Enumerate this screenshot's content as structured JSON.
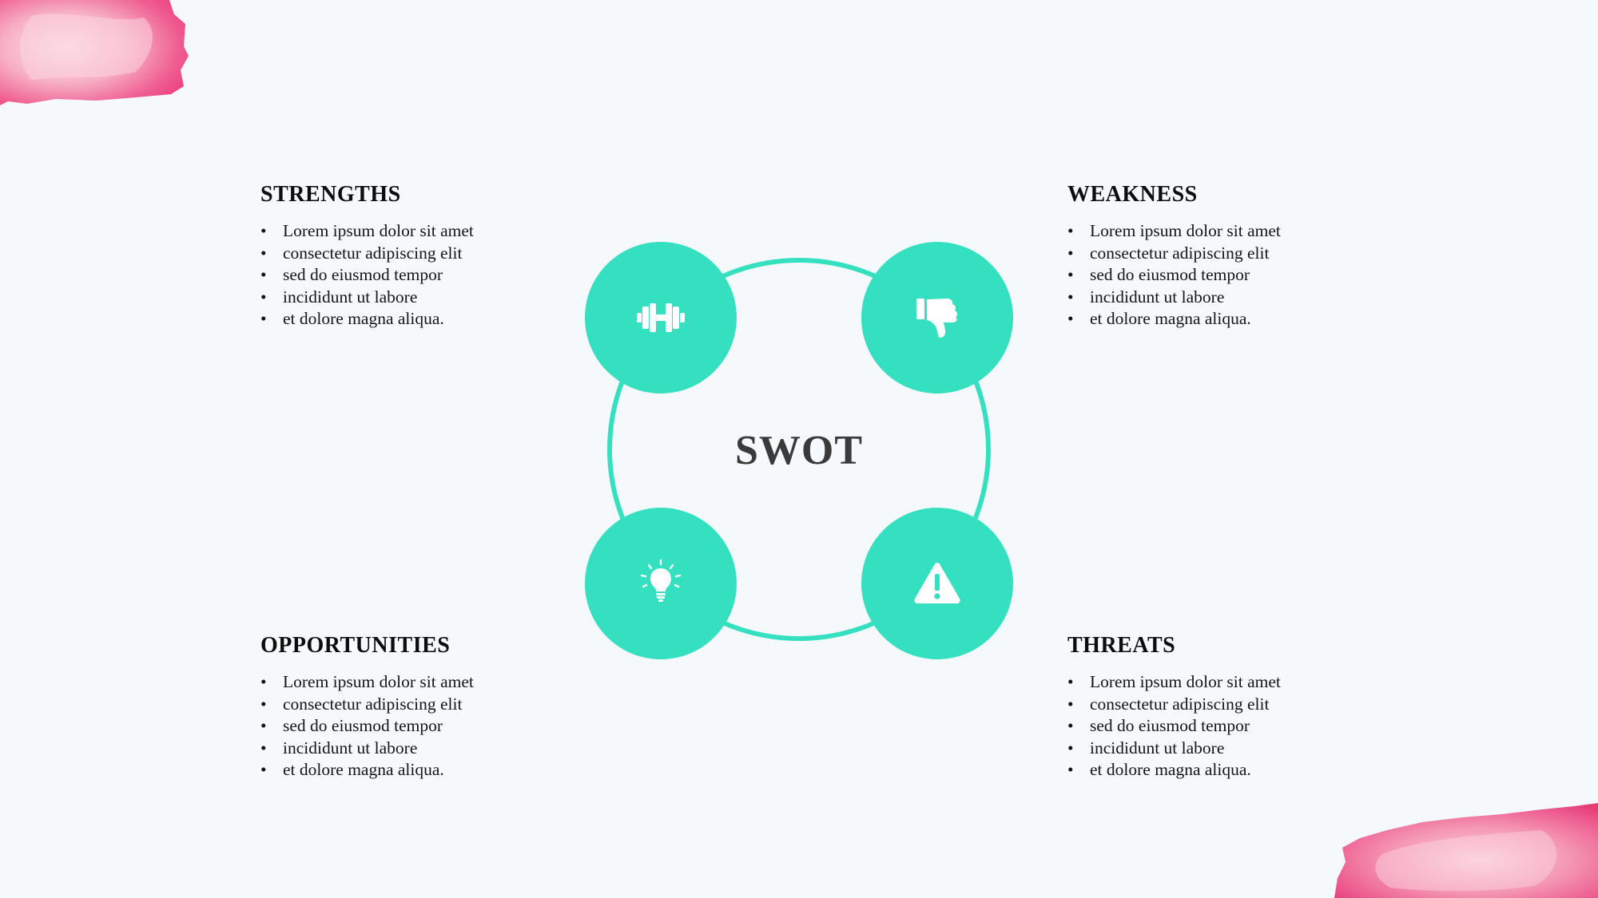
{
  "swot": {
    "center_label": "SWOT",
    "accent_color": "#35e0c0",
    "splash_color": "#ee3a7c",
    "quadrants": [
      {
        "key": "strengths",
        "title": "STRENGTHS",
        "icon": "dumbbell-icon",
        "items": [
          "Lorem ipsum dolor sit amet",
          "consectetur adipiscing elit",
          "sed do eiusmod tempor",
          "incididunt ut labore",
          "et dolore magna aliqua."
        ]
      },
      {
        "key": "weakness",
        "title": "WEAKNESS",
        "icon": "thumbs-down-icon",
        "items": [
          "Lorem ipsum dolor sit amet",
          "consectetur adipiscing elit",
          "sed do eiusmod tempor",
          "incididunt ut labore",
          "et dolore magna aliqua."
        ]
      },
      {
        "key": "opportunities",
        "title": "OPPORTUNITIES",
        "icon": "lightbulb-icon",
        "items": [
          "Lorem ipsum dolor sit amet",
          "consectetur adipiscing elit",
          "sed do eiusmod tempor",
          "incididunt ut labore",
          "et dolore magna aliqua."
        ]
      },
      {
        "key": "threats",
        "title": "THREATS",
        "icon": "warning-icon",
        "items": [
          "Lorem ipsum dolor sit amet",
          "consectetur adipiscing elit",
          "sed do eiusmod tempor",
          "incididunt ut labore",
          "et dolore magna aliqua."
        ]
      }
    ]
  }
}
